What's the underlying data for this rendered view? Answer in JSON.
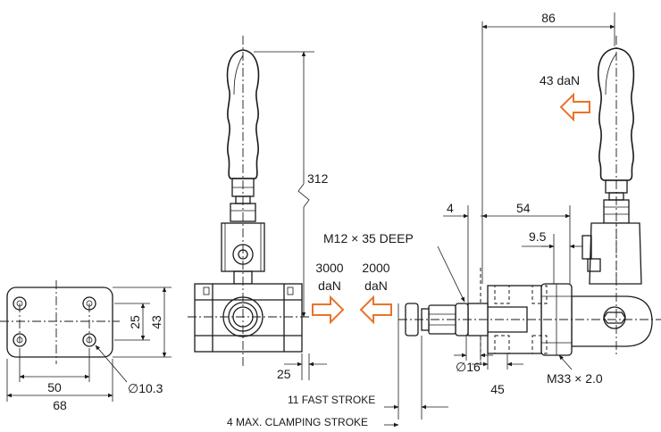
{
  "dimensions": {
    "overall_width": "86",
    "handle_force": "43 daN",
    "height": "312",
    "offset_4": "4",
    "offset_54": "54",
    "offset_9_5": "9.5",
    "thread_note": "M12 × 35 DEEP",
    "holding_force_value": "3000",
    "holding_force_unit": "daN",
    "clamp_force_value": "2000",
    "clamp_force_unit": "daN",
    "base_25": "25",
    "base_43": "43",
    "base_50": "50",
    "base_68": "68",
    "hole_dia": "∅10.3",
    "foot_25": "25",
    "plunger_dia": "∅16",
    "width_45": "45",
    "thread_size": "M33 × 2.0",
    "fast_stroke": "11 FAST STROKE",
    "clamping_stroke": "4 MAX. CLAMPING STROKE"
  },
  "colors": {
    "line": "#1a1a1a",
    "force_arrow": "#e8732a"
  }
}
